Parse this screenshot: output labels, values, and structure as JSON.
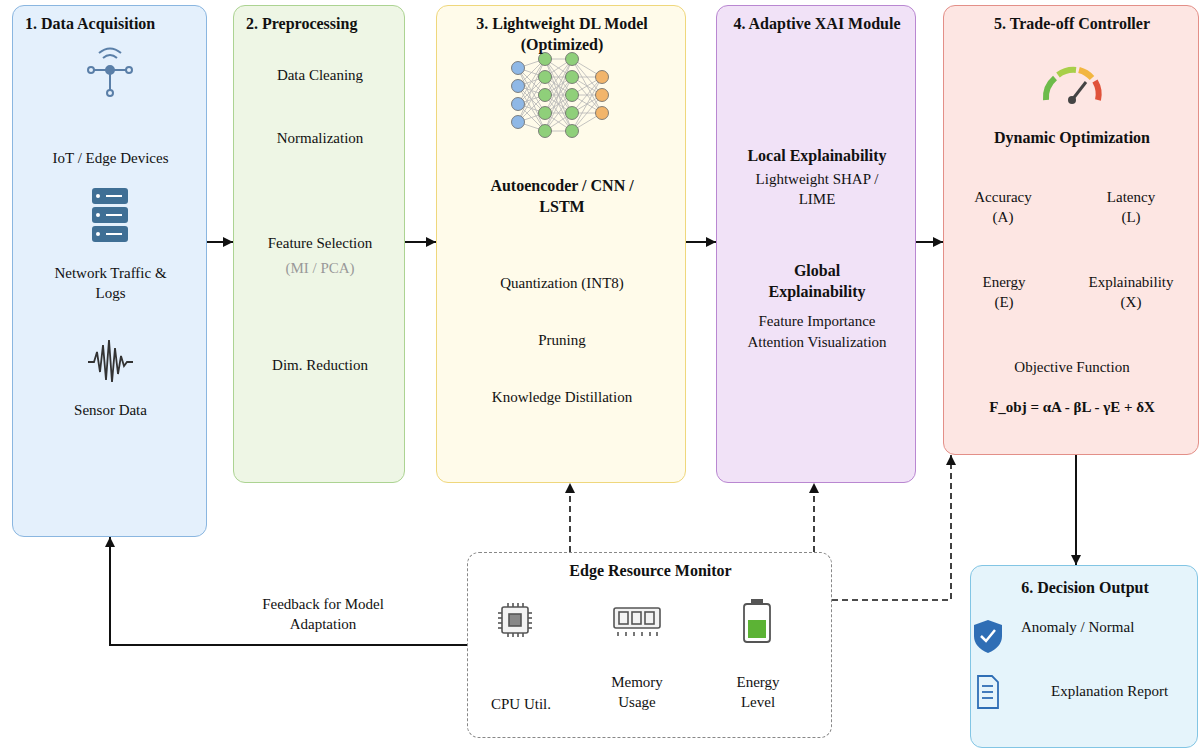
{
  "diagram": {
    "nodes": [
      {
        "text": [
          "1. Data Acquisition",
          "IoT / Edge Devices",
          "Network Traffic & Logs",
          "Sensor Data"
        ]
      },
      {
        "text": [
          "2. Preprocessing",
          "Data Cleaning",
          "Normalization",
          "Feature Selection",
          "(MI / PCA)",
          "Dim. Reduction"
        ]
      },
      {
        "text": [
          "3. Lightweight DL Model (Optimized)",
          "Autoencoder / CNN / LSTM",
          "Quantization (INT8)",
          "Pruning",
          "Knowledge Distillation"
        ]
      },
      {
        "text": [
          "4. Adaptive XAI Module",
          "Local Explainability",
          "Lightweight SHAP / LIME",
          "Global Explainability",
          "Feature Importance",
          "Attention Visualization"
        ]
      },
      {
        "text": [
          "5. Trade-off Controller",
          "Dynamic Optimization",
          "Accuracy (A)",
          "Latency (L)",
          "Energy (E)",
          "Explainability (X)",
          "Objective Function",
          "F_obj = αA - βL - γE + δX"
        ]
      },
      {
        "text": [
          "6. Decision Output",
          "Anomaly / Normal",
          "Explanation Report"
        ]
      },
      {
        "text": [
          "Edge Resource Monitor",
          "CPU Util.",
          "Memory Usage",
          "Energy Level"
        ]
      }
    ],
    "edges": [
      {
        "from": 0,
        "to": 1,
        "arrow": "to"
      },
      {
        "from": 1,
        "to": 2,
        "arrow": "to"
      },
      {
        "from": 2,
        "to": 3,
        "arrow": "to"
      },
      {
        "from": 3,
        "to": 4,
        "arrow": "to"
      },
      {
        "from": 4,
        "to": 5,
        "arrow": "to"
      },
      {
        "from": 6,
        "to": 2,
        "arrow": "to"
      },
      {
        "from": 6,
        "to": 3,
        "arrow": "to"
      },
      {
        "from": 6,
        "to": 4,
        "arrow": "to"
      },
      {
        "from": 6,
        "to": 0,
        "label": "Feedback for Model Adaptation",
        "arrow": "to"
      }
    ]
  }
}
